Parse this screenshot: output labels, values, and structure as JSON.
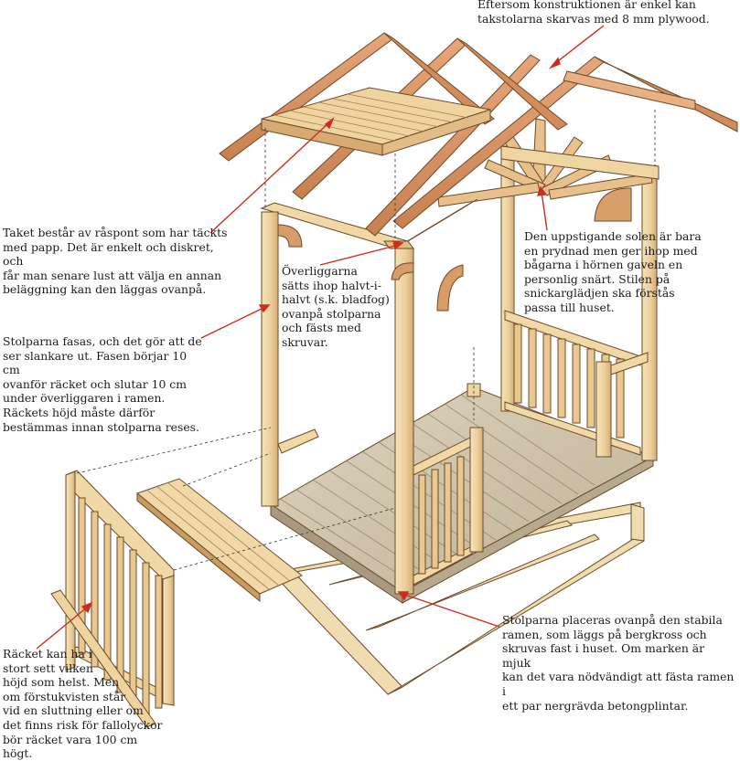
{
  "annotations": {
    "top_note": "Eftersom konstruktionen är enkel kan\ntakstolarna skarvas med 8 mm plywood.",
    "roof_note": "Taket består av råspont som har täckts\nmed papp. Det är enkelt och diskret, och\nfår man senare lust att välja en annan\nbeläggning kan den läggas ovanpå.",
    "overliggare_note": "Överliggarna\nsätts ihop halvt-i-\nhalvt (s.k. bladfog)\novanpå stolparna\noch fästs med\nskruvar.",
    "sun_note": "Den uppstigande solen är bara\nen prydnad men ger ihop med\nbågarna i hörnen gaveln en\npersonlig snärt. Stilen på\nsnickarglädjen ska förstås\npassa till huset.",
    "posts_note": "Stolparna fasas, och det gör att de\nser slankare ut. Fasen börjar 10 cm\novanför räcket och slutar 10 cm\nunder överliggaren i ramen.\nRäckets höjd måste därför\nbestämmas innan stolparna reses.",
    "frame_note": "Stolparna placeras ovanpå den stabila\nramen, som läggs på bergkross och\nskruvas fast i huset. Om marken är mjuk\nkan det vara nödvändigt att fästa ramen i\nett par nergrävda betongplintar.",
    "railing_note": "Räcket kan ha i\nstort sett vilken\nhöjd som helst. Men\nom förstukvisten står\nvid en sluttning eller om\ndet finns risk för fallolyckor\nbör räcket vara 100 cm högt."
  },
  "colors": {
    "wood_light": "#f3dcae",
    "wood_mid": "#e8c48c",
    "wood_dark": "#c98d57",
    "rafter": "#d99467",
    "deck": "#cfc4ac",
    "outline": "#6b4a2a",
    "leader": "#d12a1f"
  }
}
